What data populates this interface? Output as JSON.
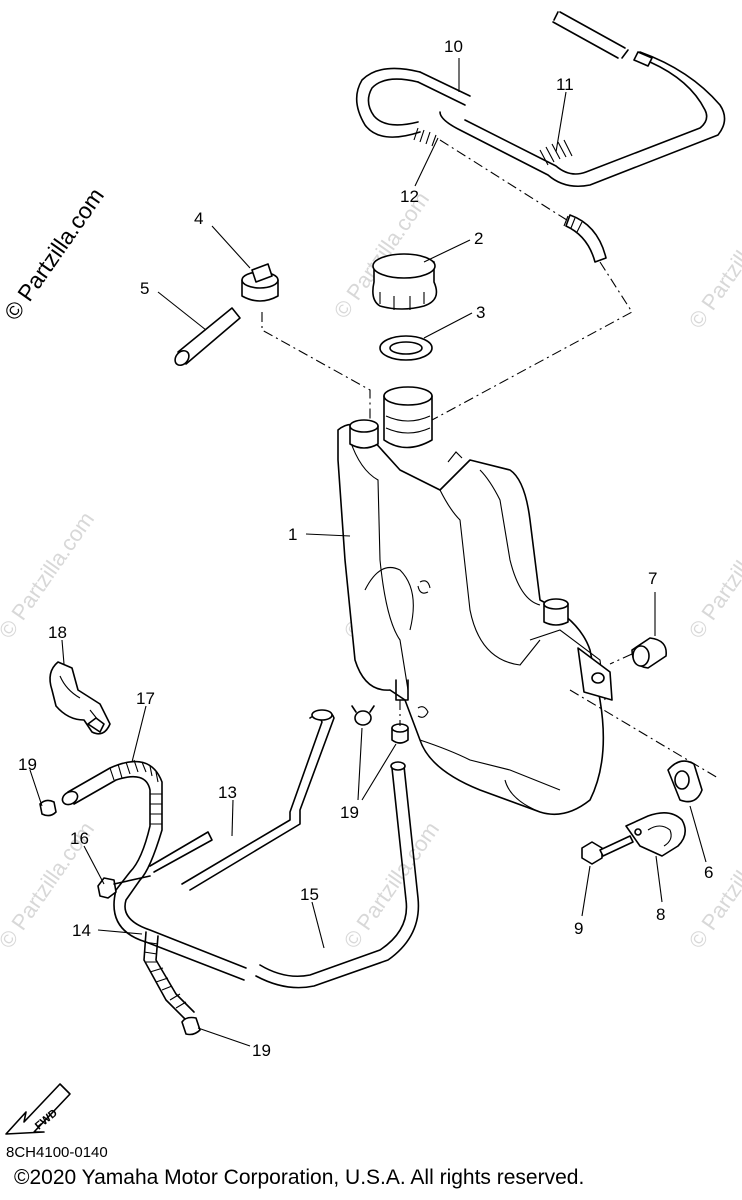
{
  "watermark": {
    "brand": "© Partzilla.com"
  },
  "callouts": [
    "1",
    "2",
    "3",
    "4",
    "5",
    "6",
    "7",
    "8",
    "9",
    "10",
    "11",
    "12",
    "13",
    "14",
    "15",
    "16",
    "17",
    "18",
    "19",
    "19",
    "19"
  ],
  "fwd_label": "FWD",
  "diagram_code": "8CH4100-0140",
  "copyright": "©2020 Yamaha Motor Corporation, U.S.A. All rights reserved."
}
